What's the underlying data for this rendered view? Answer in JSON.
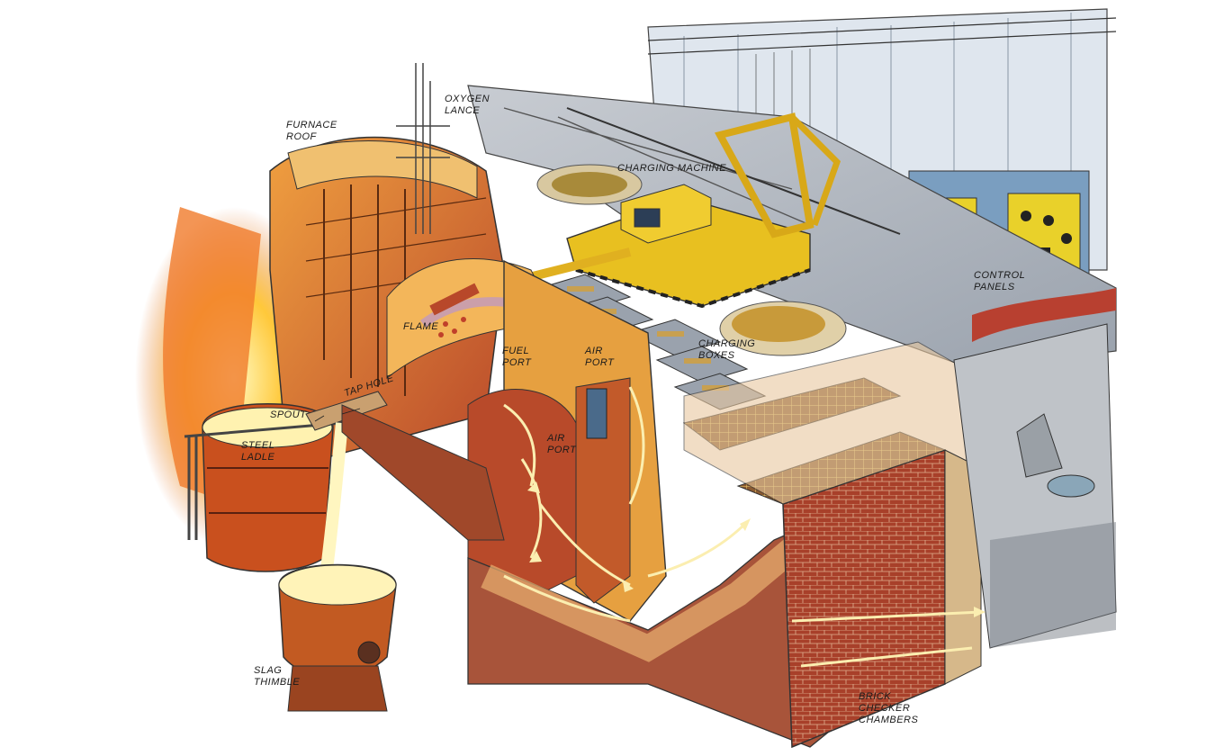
{
  "labels": {
    "oxygen_lance": "OXYGEN\nLANCE",
    "furnace_roof": "FURNACE\nROOF",
    "charging_machine": "CHARGING MACHINE",
    "control_panels": "CONTROL\nPANELS",
    "flame": "FLAME",
    "fuel_port": "FUEL\nPORT",
    "air_port_upper": "AIR\nPORT",
    "air_port_lower": "AIR\nPORT",
    "charging_boxes": "CHARGING\nBOXES",
    "tap_hole": "TAP HOLE",
    "spout": "SPOUT",
    "steel_ladle": "STEEL\nLADLE",
    "slag_thimble": "SLAG\nTHIMBLE",
    "brick_checker_chambers": "BRICK\nCHECKER\nCHAMBERS"
  },
  "colors": {
    "molten": "#ffd23a",
    "furnace_orange": "#e0802a",
    "brick": "#b8482a",
    "machine_yellow": "#e8c020",
    "floor_grey": "#b9bfc8",
    "wall_blue": "#c9d6e4",
    "flow_arrow": "#fbeeb0"
  }
}
